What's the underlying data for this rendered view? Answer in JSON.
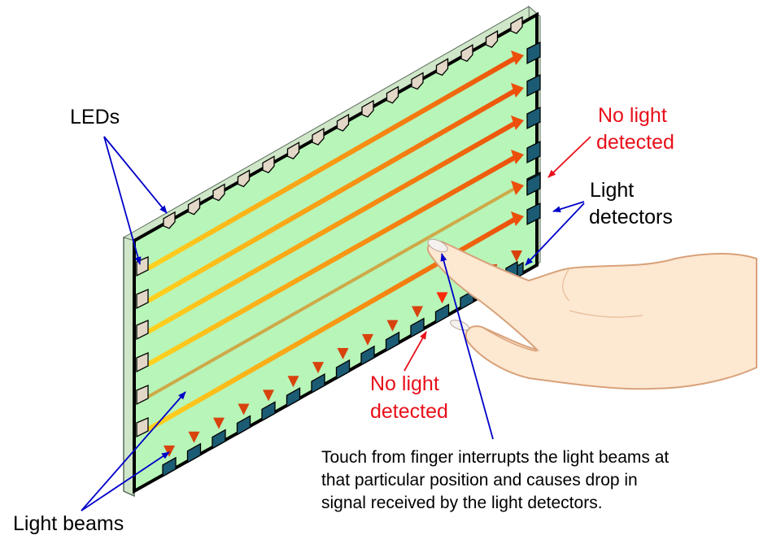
{
  "labels": {
    "leds": "LEDs",
    "light_beams": "Light beams",
    "light_detectors_line1": "Light",
    "light_detectors_line2": "detectors",
    "no_light_top_line1": "No light",
    "no_light_top_line2": "detected",
    "no_light_bottom_line1": "No light",
    "no_light_bottom_line2": "detected",
    "caption_line1": "Touch from finger interrupts the light beams at",
    "caption_line2": "that particular position and causes drop in",
    "caption_line3": "signal received by the light detectors."
  },
  "colors": {
    "panel": "#b8f5b8",
    "panel_edge": "#000000",
    "led": "#e3d8c8",
    "detector": "#1c5b74",
    "beam_orange": "#ee5a0c",
    "beam_yellow": "#ffd21e",
    "pointer_blue": "#0000c8",
    "pointer_red": "#e8101a",
    "skin": "#fde8d2",
    "skin_outline": "#d8a27a"
  }
}
